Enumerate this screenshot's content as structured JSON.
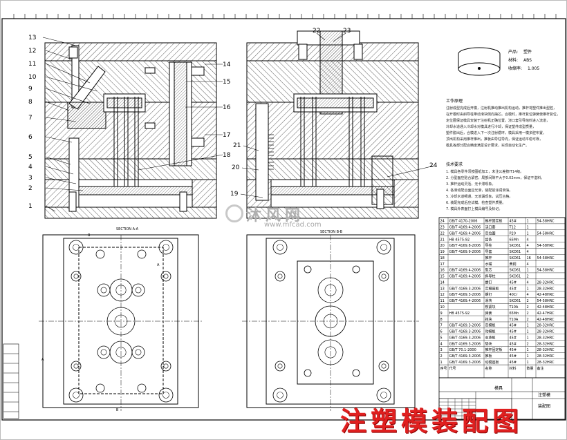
{
  "drawing": {
    "balloons_left": [
      "13",
      "12",
      "11",
      "10",
      "9",
      "8",
      "7",
      "6",
      "5",
      "4",
      "3",
      "2",
      "1"
    ],
    "balloons_right_of_left_view": [
      "14",
      "15",
      "16",
      "17",
      "18"
    ],
    "balloons_top_right_view": [
      "22",
      "23"
    ],
    "balloons_right_view": [
      "21",
      "20",
      "19",
      "24"
    ],
    "section_aa": "SECTION A-A",
    "section_bb": "SECTION B-B",
    "cut_a": "A",
    "cut_b": "B"
  },
  "product_info": {
    "product_label": "产品:",
    "product_value": "塑件",
    "material_label": "材料:",
    "material_value": "ABS",
    "weight_label": "收缩率:",
    "weight_value": "1.005"
  },
  "notes": {
    "work_title": "工作原理",
    "work_lines": [
      "注射成型完成后开模，注射机推动推出机构运动，推杆将塑件推出型腔，",
      "在开模时由斜导柱带动滑块侧向抽芯。合模时，推杆复位弹簧使推杆复位，",
      "定位圈保证模具安装于注射机正确位置，浇口套引导熔料进入流道，",
      "冷却水道通入冷却水对模具进行冷却，保证塑件成型质量，",
      "塑件脱出后，合模进入下一次注射循环，模具采用一模多腔布置，",
      "顶出机构采用推杆推出，推板由导柱导向，保证运动平稳可靠，",
      "模具各部分配合精度满足设计要求，实现自动化生产。"
    ],
    "tech_title": "技术要求",
    "tech_lines": [
      "1. 模具各零件须按图纸加工，未注公差按IT14级。",
      "2. 分型面应贴合紧密，局部间隙不大于0.02mm，保证不溢料。",
      "3. 推杆运动灵活，无卡滞现象。",
      "4. 各滑动配合面应光滑，装配前涂润滑油。",
      "5. 冷却水道畅通，无渗漏现象，试压合格。",
      "6. 装配完成后应试模，检查塑件质量。",
      "7. 模具外表面打上模具编号及标记。"
    ]
  },
  "bom": {
    "rows": [
      [
        "24",
        "GB/T 4170-2006",
        "推杆固定板",
        "45#",
        "1",
        "54-58HRC"
      ],
      [
        "23",
        "GB/T 4169.4-2006",
        "浇口套",
        "T12",
        "1",
        ""
      ],
      [
        "22",
        "GB/T 4169.4-2006",
        "定位圈",
        "P20",
        "1",
        "54-58HRC"
      ],
      [
        "21",
        "HB 4575-92",
        "齿条",
        "65Mn",
        "4",
        ""
      ],
      [
        "20",
        "GB/T 4169.8-2006",
        "导柱",
        "SKD61",
        "4",
        "54-58HRC"
      ],
      [
        "19",
        "GB/T 4169.9-2006",
        "导套",
        "SKD61",
        "4",
        ""
      ],
      [
        "18",
        "",
        "推杆",
        "SKD61",
        "16",
        "54-58HRC"
      ],
      [
        "17",
        "",
        "水嘴",
        "黄铜",
        "4",
        ""
      ],
      [
        "16",
        "GB/T 4169.4-2006",
        "型芯",
        "SKD61",
        "1",
        "54-58HRC"
      ],
      [
        "15",
        "GB/T 4169.4-2006",
        "斜导柱",
        "SKD61",
        "2",
        ""
      ],
      [
        "14",
        "",
        "螺钉",
        "45#",
        "4",
        "28-32HRC"
      ],
      [
        "13",
        "GB/T 4169.3-2006",
        "定模座板",
        "45#",
        "1",
        "28-32HRC"
      ],
      [
        "12",
        "GB/T 4169.3-2006",
        "螺钉",
        "40Cr",
        "4",
        "42-48HRC"
      ],
      [
        "11",
        "GB/T 4169.4-2006",
        "滑块",
        "SKD61",
        "2",
        "54-58HRC"
      ],
      [
        "10",
        "",
        "楔紧块",
        "T10A",
        "2",
        "42-48HRC"
      ],
      [
        "9",
        "HB 4575-92",
        "弹簧",
        "65Mn",
        "2",
        "42-47HRC"
      ],
      [
        "8",
        "",
        "挡块",
        "T10A",
        "2",
        "42-48HRC"
      ],
      [
        "7",
        "GB/T 4169.3-2006",
        "定模板",
        "45#",
        "1",
        "28-32HRC"
      ],
      [
        "6",
        "GB/T 4169.3-2006",
        "动模板",
        "45#",
        "1",
        "28-32HRC"
      ],
      [
        "5",
        "GB/T 4169.3-2006",
        "支承板",
        "45#",
        "1",
        "28-32HRC"
      ],
      [
        "4",
        "GB/T 4169.3-2006",
        "垫块",
        "45#",
        "2",
        "28-32HRC"
      ],
      [
        "3",
        "GB/T 70.1-2000",
        "推杆固定板",
        "45#",
        "1",
        "28-32HRC"
      ],
      [
        "2",
        "GB/T 4169.3-2006",
        "推板",
        "45#",
        "1",
        "28-32HRC"
      ],
      [
        "1",
        "GB/T 4169.3-2006",
        "动模座板",
        "45#",
        "1",
        "28-32HRC"
      ]
    ],
    "header": [
      "序号",
      "代号",
      "名称",
      "材料",
      "数量",
      "备注"
    ]
  },
  "title_block": {
    "product": "模具",
    "title": "注塑模",
    "scale": "装配图"
  },
  "watermark": {
    "brand": "沐风网",
    "url": "www.mfcad.com",
    "caption": "注塑模装配图"
  }
}
